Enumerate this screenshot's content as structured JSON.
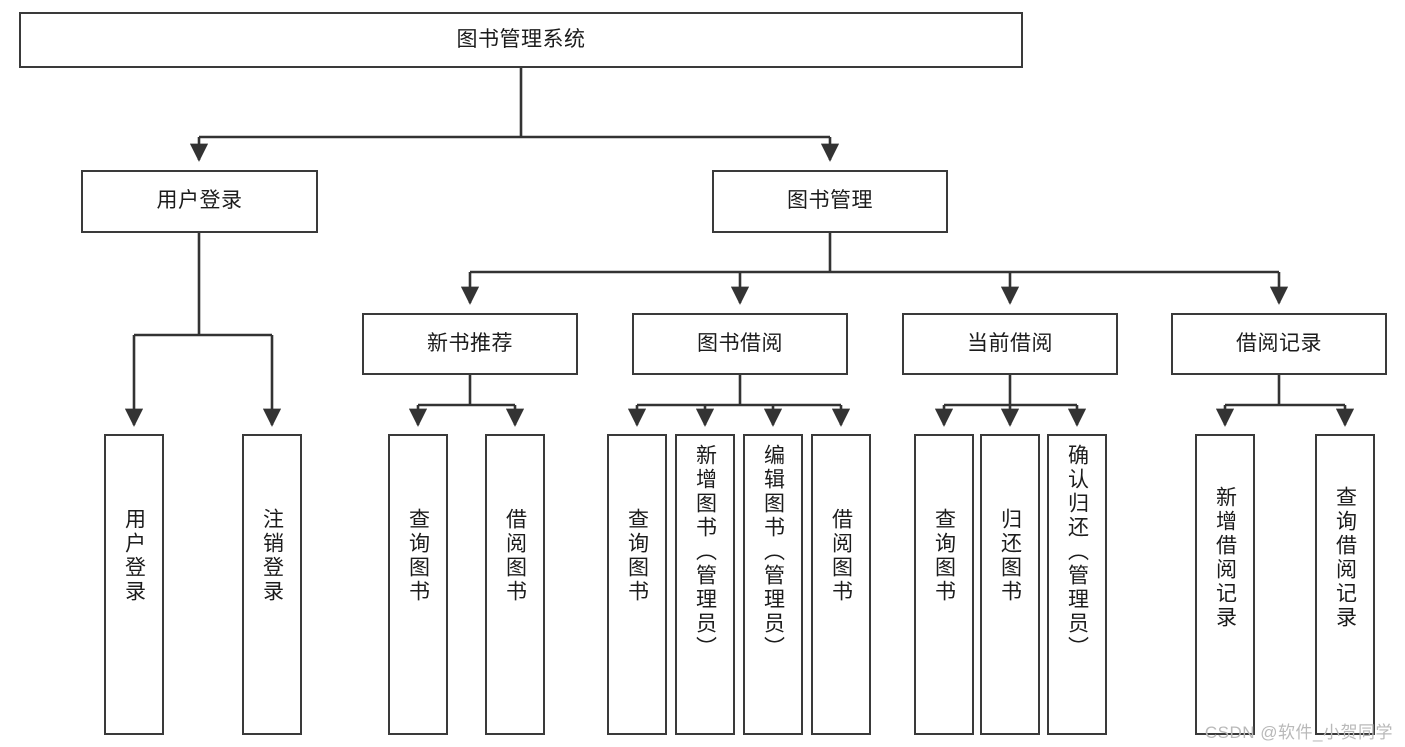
{
  "diagram": {
    "title": "图书管理系统",
    "watermark": "CSDN @软件_小贺同学",
    "stroke_color": "#3a3a3a",
    "text_color": "#1c1c1c",
    "background_color": "#ffffff",
    "watermark_color": "#b9b9b9"
  },
  "nodes": {
    "root": {
      "label": "图书管理系统"
    },
    "level2": [
      {
        "label": "用户登录"
      },
      {
        "label": "图书管理"
      }
    ],
    "level3": [
      {
        "label": "新书推荐"
      },
      {
        "label": "图书借阅"
      },
      {
        "label": "当前借阅"
      },
      {
        "label": "借阅记录"
      }
    ],
    "leaves": {
      "user_login": [
        {
          "label": "用户登录"
        },
        {
          "label": "注销登录"
        }
      ],
      "new_book": [
        {
          "label": "查询图书"
        },
        {
          "label": "借阅图书"
        }
      ],
      "book_borrow": [
        {
          "label": "查询图书"
        },
        {
          "label": "新增图书（管理员）"
        },
        {
          "label": "编辑图书（管理员）"
        },
        {
          "label": "借阅图书"
        }
      ],
      "current_borrow": [
        {
          "label": "查询图书"
        },
        {
          "label": "归还图书"
        },
        {
          "label": "确认归还（管理员）"
        }
      ],
      "borrow_record": [
        {
          "label": "新增借阅记录"
        },
        {
          "label": "查询借阅记录"
        }
      ]
    }
  }
}
